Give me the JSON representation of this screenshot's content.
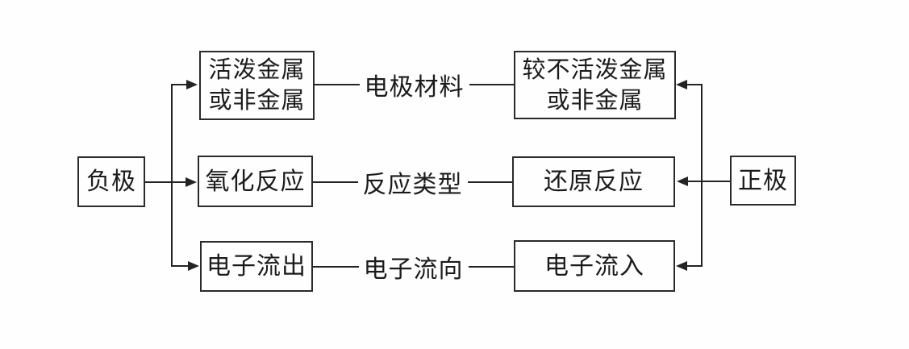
{
  "diagram": {
    "negative_node": {
      "label": "负极"
    },
    "positive_node": {
      "label": "正极"
    },
    "rows": [
      {
        "left": "活泼金属\n或非金属",
        "connector": "电极材料",
        "right": "较不活泼金属\n或非金属"
      },
      {
        "left": "氧化反应",
        "connector": "反应类型",
        "right": "还原反应"
      },
      {
        "left": "电子流出",
        "connector": "电子流向",
        "right": "电子流入"
      }
    ],
    "colors": {
      "background": "#fefefe",
      "line": "#232323",
      "text": "#1b1b1b"
    }
  }
}
